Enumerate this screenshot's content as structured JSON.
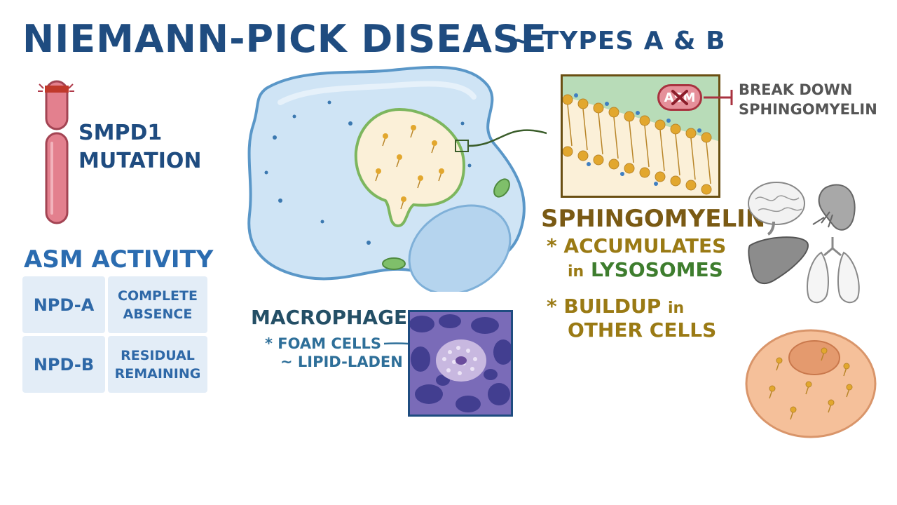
{
  "title": {
    "main": "NIEMANN-PICK DISEASE",
    "sub": "~ TYPES A & B"
  },
  "mutation": {
    "line1": "SMPD1",
    "line2": "MUTATION"
  },
  "asm_activity": {
    "heading": "ASM ACTIVITY",
    "rows": [
      {
        "type": "NPD-A",
        "value_line1": "COMPLETE",
        "value_line2": "ABSENCE"
      },
      {
        "type": "NPD-B",
        "value_line1": "RESIDUAL",
        "value_line2": "REMAINING"
      }
    ]
  },
  "macrophage": {
    "label": "MACROPHAGE",
    "note1": "* FOAM CELLS",
    "note2": "~ LIPID-LADEN"
  },
  "membrane": {
    "enzyme_label": "ASM",
    "action_line1": "BREAK DOWN",
    "action_line2": "SPHINGOMYELIN"
  },
  "sphingomyelin": {
    "title": "SPHINGOMYELIN",
    "point1_star": "*",
    "point1_a": "ACCUMULATES",
    "point1_b_prefix": "in",
    "point1_b": "LYSOSOMES",
    "point2_star": "*",
    "point2_a": "BUILDUP",
    "point2_a_suffix": "in",
    "point2_b": "OTHER CELLS"
  },
  "colors": {
    "title_blue": "#1f4c80",
    "cell_fill": "#cfe4f5",
    "lysosome_fill": "#fbf0d8",
    "olive_text": "#9a7a14",
    "green_text": "#3e7d2e",
    "chromosome": "#e3808e"
  }
}
